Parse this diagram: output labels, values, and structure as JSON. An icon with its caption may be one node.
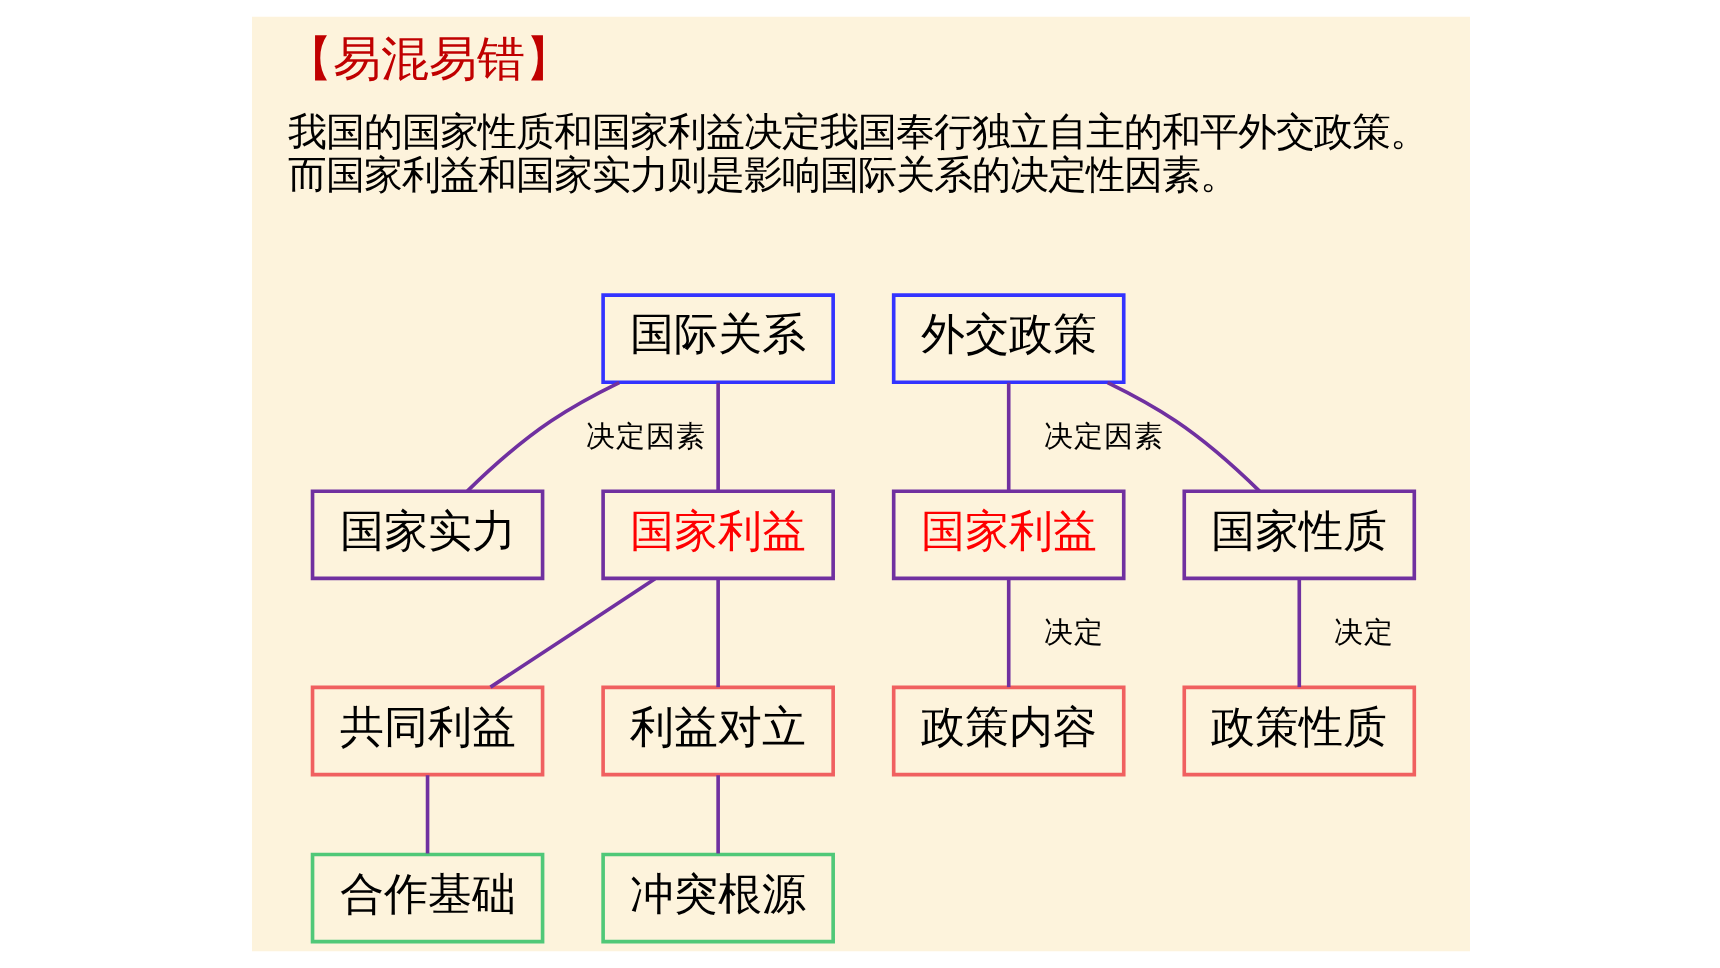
{
  "diagram": {
    "title": "【易混易错】",
    "nodes": [
      {
        "text": [
          "国际关系"
        ]
      },
      {
        "text": [
          "国家实力"
        ]
      },
      {
        "text": [
          "国家利益"
        ]
      },
      {
        "text": [
          "共同利益"
        ]
      },
      {
        "text": [
          "利益对立"
        ]
      },
      {
        "text": [
          "合作基础"
        ]
      },
      {
        "text": [
          "冲突根源"
        ]
      },
      {
        "text": [
          "外交政策"
        ]
      },
      {
        "text": [
          "国家利益"
        ]
      },
      {
        "text": [
          "国家性质"
        ]
      },
      {
        "text": [
          "政策内容"
        ]
      },
      {
        "text": [
          "政策性质"
        ]
      }
    ],
    "edges": [
      {
        "from": 0,
        "to": 1,
        "arrow": "none",
        "label": "决定因素"
      },
      {
        "from": 0,
        "to": 2,
        "arrow": "none"
      },
      {
        "from": 2,
        "to": 3,
        "arrow": "none"
      },
      {
        "from": 2,
        "to": 4,
        "arrow": "none"
      },
      {
        "from": 3,
        "to": 5,
        "arrow": "none"
      },
      {
        "from": 4,
        "to": 6,
        "arrow": "none"
      },
      {
        "from": 7,
        "to": 8,
        "arrow": "none",
        "label": "决定因素"
      },
      {
        "from": 7,
        "to": 9,
        "arrow": "none"
      },
      {
        "from": 8,
        "to": 10,
        "arrow": "none",
        "label": "决定"
      },
      {
        "from": 9,
        "to": 11,
        "arrow": "none",
        "label": "决定"
      }
    ],
    "labels": [
      "我国的国家性质和国家利益决定我国奉行独立自主的和平外交政策。",
      "而国家利益和国家实力则是影响国际关系的决定性因素。"
    ]
  }
}
